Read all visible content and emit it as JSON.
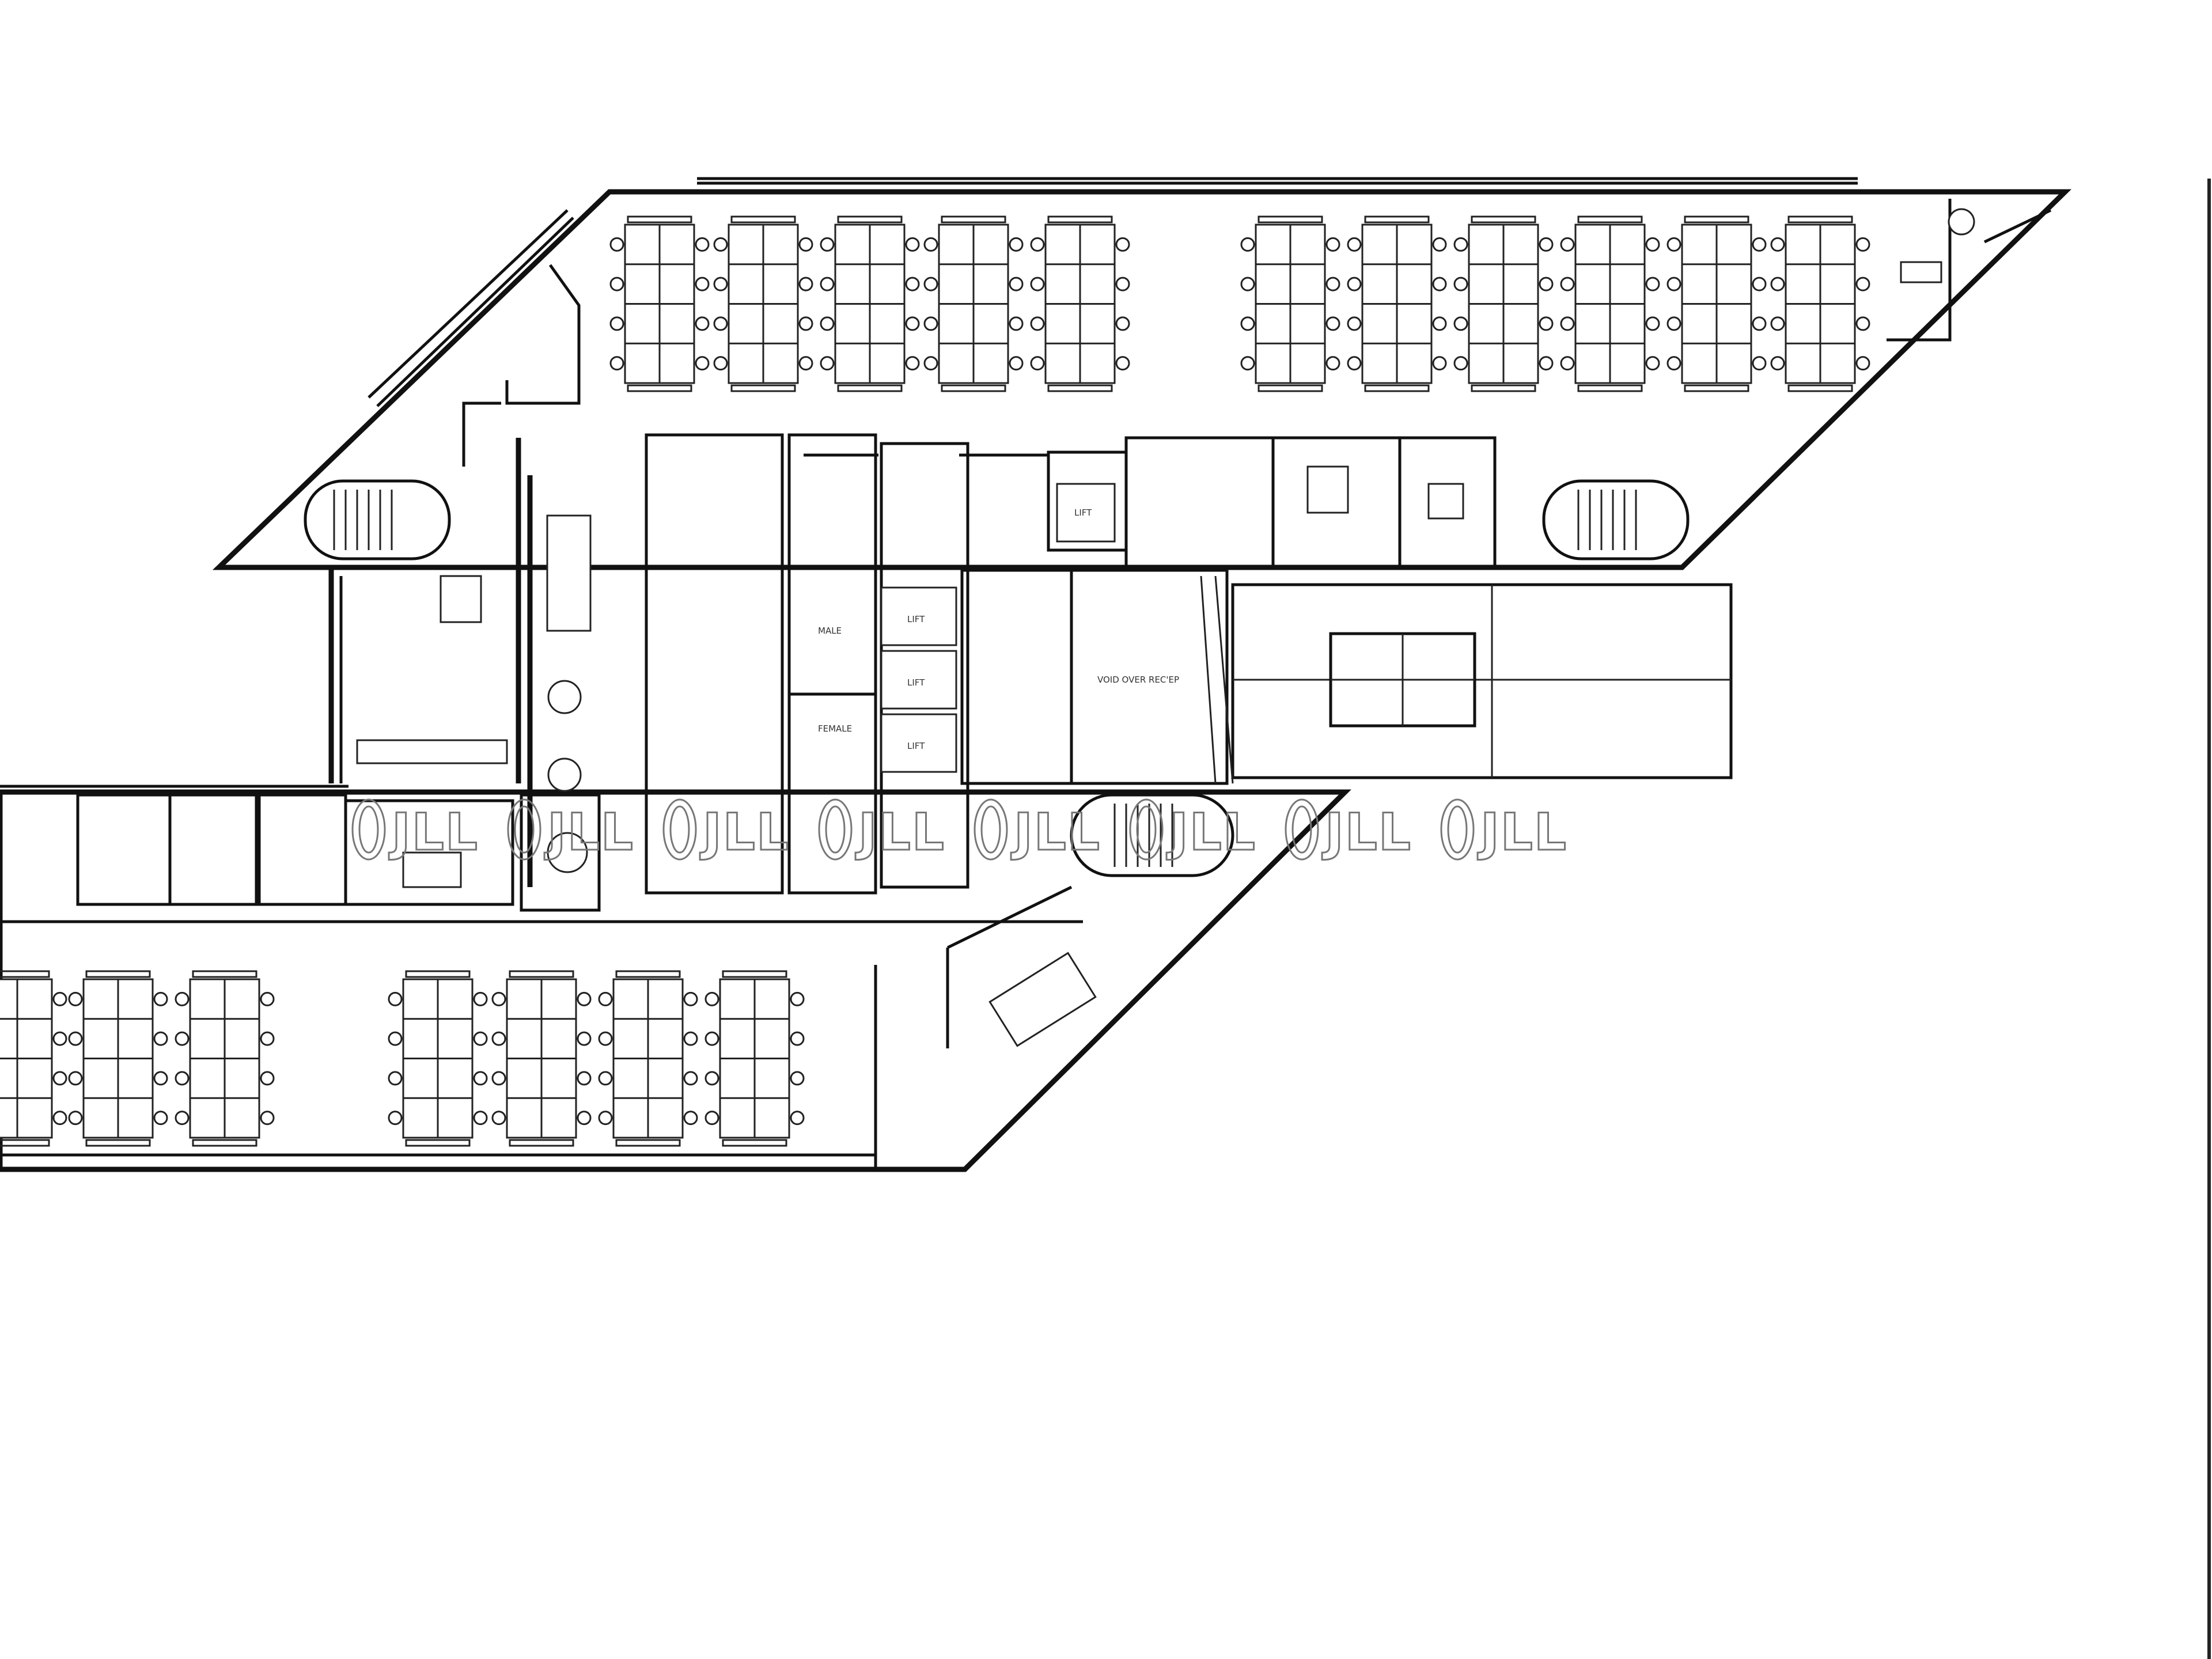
{
  "watermark": {
    "brand": "JLL",
    "repeat": 8,
    "color": "#777777"
  },
  "labels": {
    "lift": "LIFT",
    "void": "VOID OVER REC'EP",
    "male": "MALE",
    "female": "FEMALE"
  },
  "colors": {
    "line": "#111111",
    "background": "#ffffff"
  }
}
